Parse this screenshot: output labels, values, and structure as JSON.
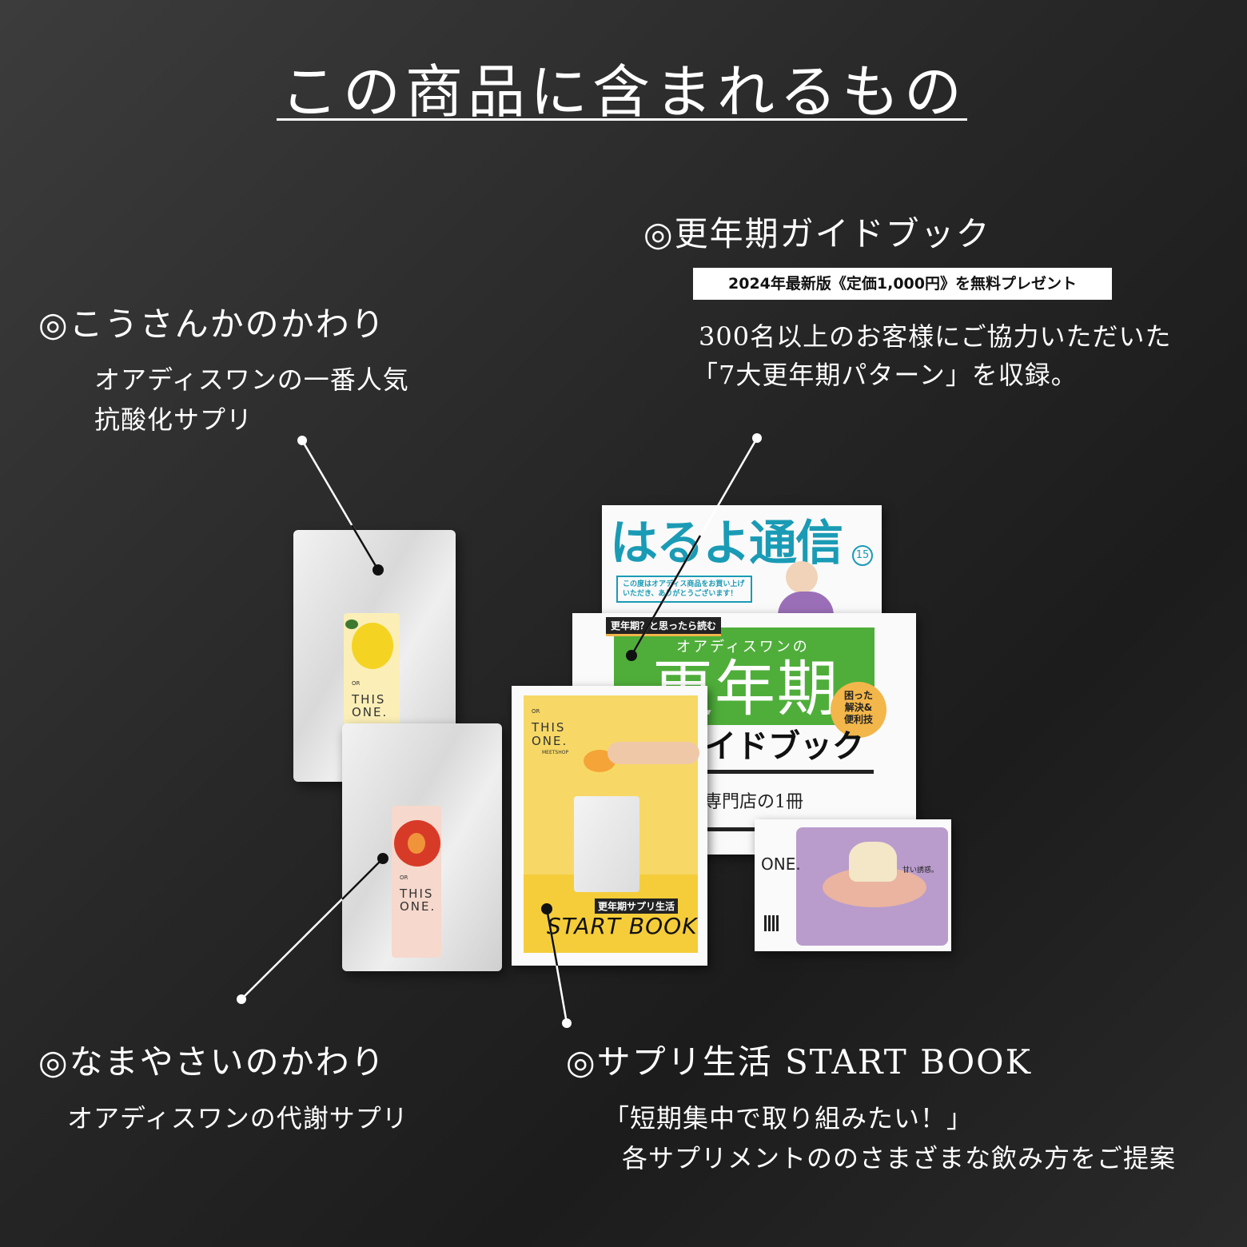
{
  "title": "この商品に含まれるもの",
  "items": {
    "antioxidant": {
      "heading": "◎こうさんかのかわり",
      "desc": [
        "オアディスワンの一番人気",
        "抗酸化サプリ"
      ]
    },
    "guidebook": {
      "heading": "◎更年期ガイドブック",
      "badge": "2024年最新版《定価1,000円》を無料プレゼント",
      "desc": [
        "300名以上のお客様にご協力いただいた",
        "「7大更年期パターン」を収録。"
      ]
    },
    "vegetable": {
      "heading": "◎なまやさいのかわり",
      "desc": [
        "オアディスワンの代謝サプリ"
      ]
    },
    "startbook": {
      "heading": "◎サプリ生活 START BOOK",
      "desc": [
        "「短期集中で取り組みたい！」",
        "各サプリメントののさまざまな飲み方をご提案"
      ]
    }
  },
  "photo": {
    "newsletter_title": "はるよ通信",
    "newsletter_vol": "15",
    "newsletter_msg": "この度はオアディス商品をお買い上げいただき、ありがとうございます！",
    "guide_tag": "更年期？と思ったら読む",
    "guide_brand": "オアディスワンの",
    "guide_big": "更年期",
    "guide_sub": "イドブック",
    "guide_circle": "困った解決&便利技",
    "guide_line": "専門店の1冊",
    "brand_or": "OR",
    "brand_this": "THIS",
    "brand_one": "ONE.",
    "brand_by": "MEETSHOP",
    "startbook_tag": "更年期サプリ生活",
    "startbook_title": "START BOOK",
    "card_text": "甘い誘惑。"
  },
  "colors": {
    "newsletter": "#1a9bb5",
    "guide_green": "#4fae3a",
    "startbook_yellow": "#f7d866",
    "card_purple": "#b99ccc",
    "circle": "#f2b64a"
  }
}
